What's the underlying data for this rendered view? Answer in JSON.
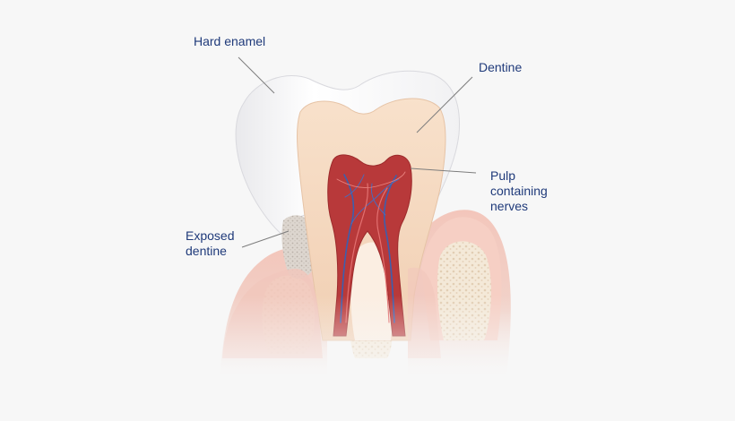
{
  "labels": {
    "hard_enamel": "Hard enamel",
    "dentine": "Dentine",
    "pulp": [
      "Pulp",
      "containing",
      "nerves"
    ],
    "exposed_dentine": [
      "Exposed",
      "dentine"
    ]
  },
  "colors": {
    "background": "#f7f7f7",
    "label_text": "#1f3a7a",
    "enamel": "#ffffff",
    "dentine": "#f6dcc4",
    "pulp": "#b8393a",
    "gum": "#f0c2b6",
    "bone": "#f3e7d6",
    "nerve": "#3c5fae"
  }
}
